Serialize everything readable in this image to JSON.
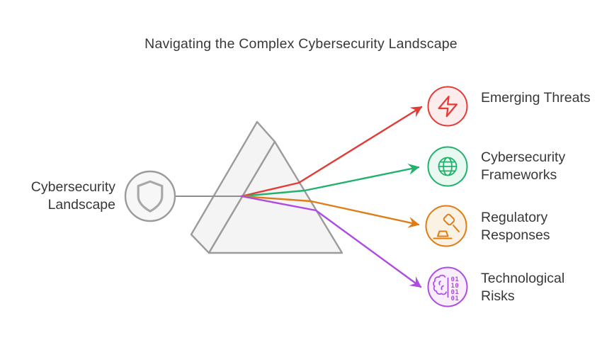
{
  "title": "Navigating the Complex Cybersecurity Landscape",
  "colors": {
    "text": "#383838",
    "prism_stroke": "#9b9b9b",
    "prism_fill": "#f4f4f4",
    "connector_gray": "#8f8f8f",
    "shield_stroke": "#a8a8a8",
    "shield_circle_fill": "#f7f7f7"
  },
  "source": {
    "label": "Cybersecurity Landscape",
    "icon": "shield-icon"
  },
  "outputs": [
    {
      "label": "Emerging Threats",
      "icon": "lightning-icon",
      "color": "#e23c38",
      "fill": "#fdecec"
    },
    {
      "label": "Cybersecurity Frameworks",
      "icon": "globe-icon",
      "color": "#20b26d",
      "fill": "#e9f8f0"
    },
    {
      "label": "Regulatory Responses",
      "icon": "gavel-icon",
      "color": "#e07c14",
      "fill": "#fcf2e3"
    },
    {
      "label": "Technological Risks",
      "icon": "brain-binary-icon",
      "color": "#ae4be2",
      "fill": "#f8eefc",
      "binary": [
        "01",
        "10",
        "01",
        "01"
      ]
    }
  ]
}
